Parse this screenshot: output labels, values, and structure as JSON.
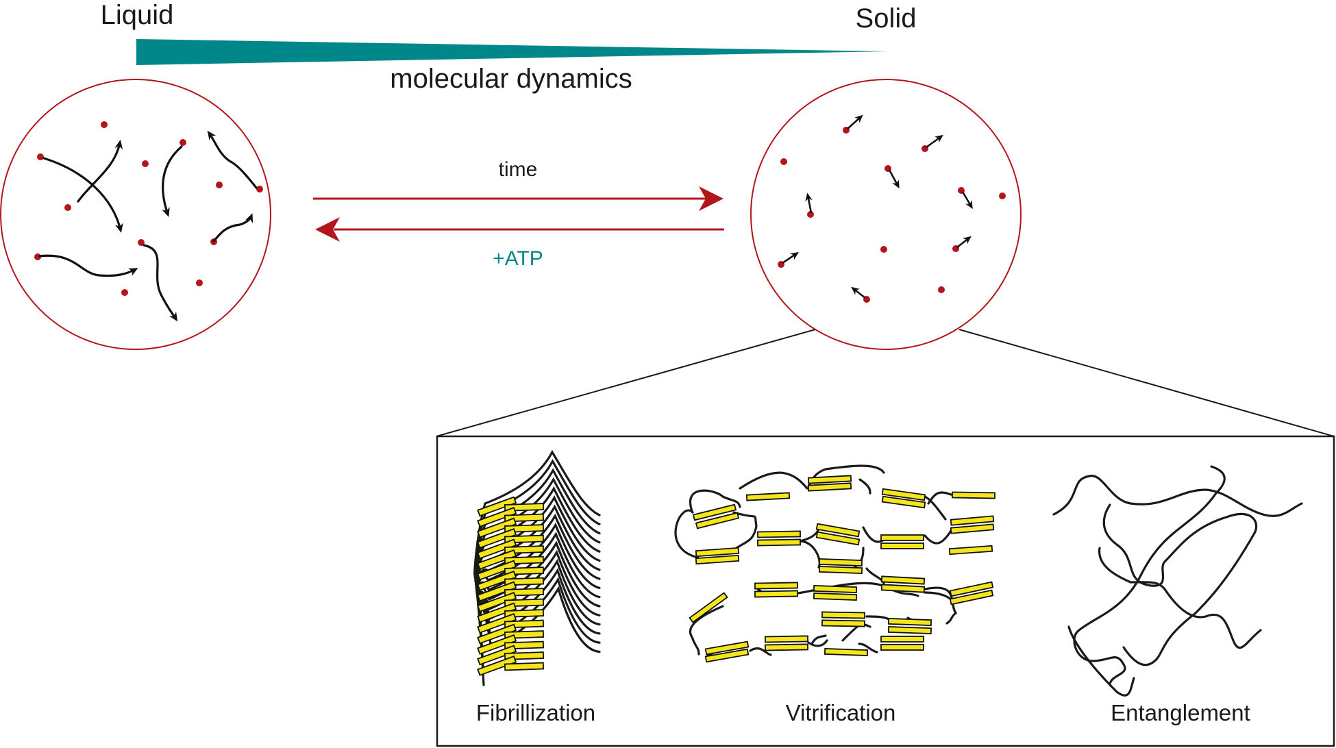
{
  "labels": {
    "liquid": "Liquid",
    "solid": "Solid",
    "gradient": "molecular dynamics",
    "forward": "time",
    "reverse": "+ATP",
    "panel_1": "Fibrillization",
    "panel_2": "Vitrification",
    "panel_3": "Entanglement"
  },
  "colors": {
    "gradient": "#00878a",
    "atp_text": "#00878a",
    "arrow": "#b3151a",
    "circle": "#b3151a",
    "particle": "#b3151a",
    "segment": "#f5e61b",
    "ink": "#111111"
  }
}
